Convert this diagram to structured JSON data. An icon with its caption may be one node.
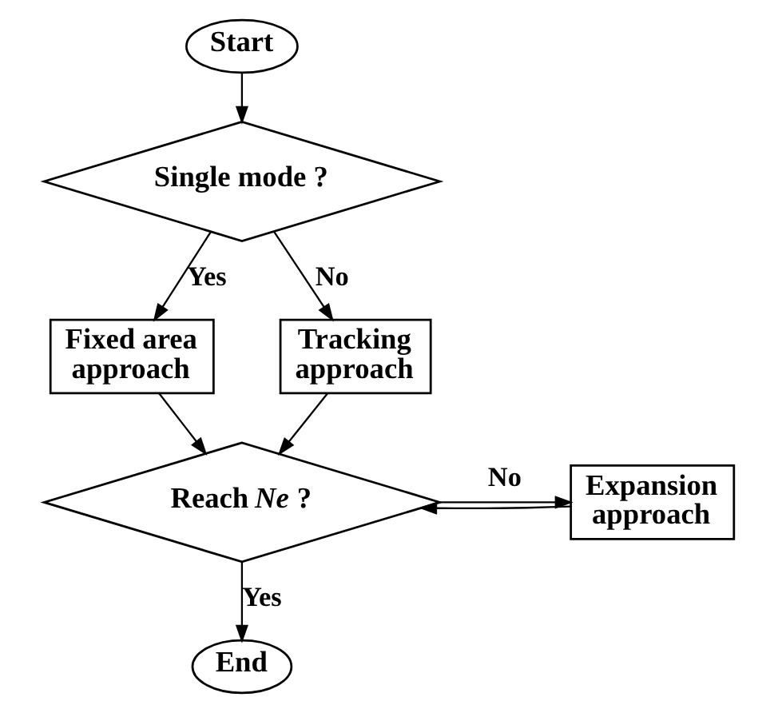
{
  "diagram": {
    "nodes": [
      {
        "text": [
          "Start"
        ]
      },
      {
        "text": [
          "Single mode ?"
        ]
      },
      {
        "text": [
          "Fixed area approach"
        ]
      },
      {
        "text": [
          "Tracking approach"
        ]
      },
      {
        "text": [
          "Expansion approach"
        ]
      },
      {
        "text": [
          "Reach *Ne* ?"
        ]
      },
      {
        "text": [
          "End"
        ]
      }
    ],
    "edges": [
      {
        "from": 0,
        "to": 1,
        "arrow": "to"
      },
      {
        "from": 1,
        "to": 2,
        "arrow": "to",
        "label": "Yes"
      },
      {
        "from": 1,
        "to": 3,
        "arrow": "to",
        "label": "No"
      },
      {
        "from": 2,
        "to": 5,
        "arrow": "to"
      },
      {
        "from": 3,
        "to": 5,
        "arrow": "to"
      },
      {
        "from": 4,
        "to": 5,
        "arrow": "to"
      },
      {
        "from": 5,
        "to": 4,
        "arrow": "to",
        "label": "No"
      },
      {
        "from": 5,
        "to": 6,
        "arrow": "to",
        "label": "Yes"
      }
    ]
  }
}
